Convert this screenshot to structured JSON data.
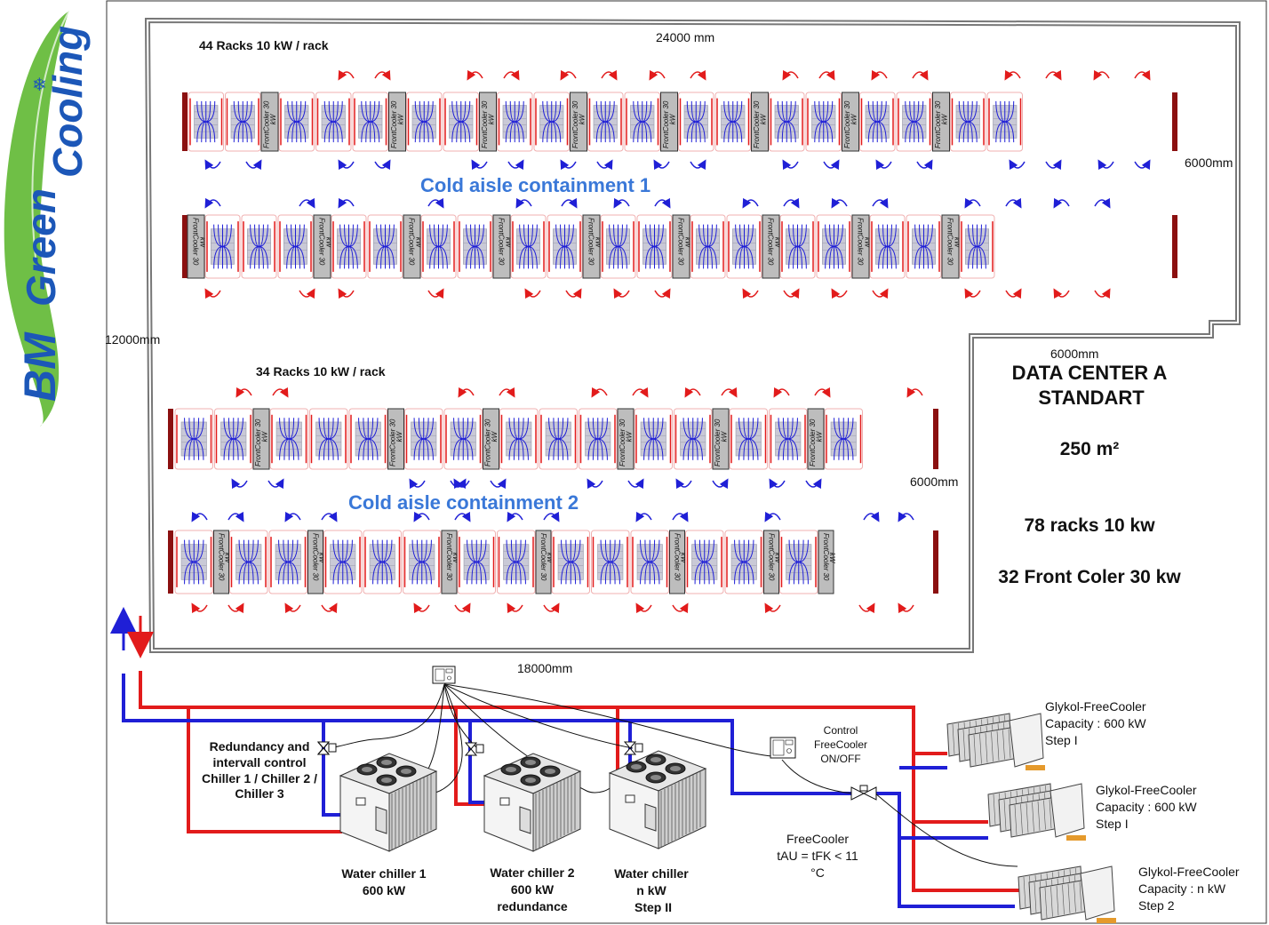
{
  "logo": {
    "brand": "BM",
    "line1": "Green",
    "line2": "Cooling"
  },
  "dimensions": {
    "width_top": "24000 mm",
    "depth_right": "6000mm",
    "height_left": "12000mm",
    "step_width": "6000mm",
    "depth_lower": "6000mm",
    "width_bottom": "18000mm"
  },
  "rows": {
    "upper_label": "44 Racks 10 kW / rack",
    "lower_label": "34 Racks 10 kW / rack",
    "aisle1": "Cold aisle containment 1",
    "aisle2": "Cold aisle containment 2",
    "cooler_line1": "FrontCooler 30",
    "cooler_line2": "kW"
  },
  "summary": {
    "title1": "DATA CENTER A",
    "title2": "STANDART",
    "area": "250 m²",
    "racks": "78 racks 10 kw",
    "coolers": "32 Front Coler 30 kw"
  },
  "plant": {
    "redundancy": [
      "Redundancy and",
      "intervall control",
      "Chiller 1 / Chiller 2 /",
      "Chiller 3"
    ],
    "chiller1": [
      "Water chiller 1",
      "600 kW"
    ],
    "chiller2": [
      "Water chiller 2",
      "600 kW",
      "redundance"
    ],
    "chillern": [
      "Water chiller",
      "n kW",
      "Step II"
    ],
    "control": [
      "Control",
      "FreeCooler",
      "ON/OFF"
    ],
    "freecooler_title": "FreeCooler",
    "freecooler_cond": "tAU = tFK < 11",
    "freecooler_unit": "°C",
    "glykol1": [
      "Glykol-FreeCooler",
      "Capacity : 600 kW",
      "Step I"
    ],
    "glykol2": [
      "Glykol-FreeCooler",
      "Capacity : 600 kW",
      "Step I"
    ],
    "glykol3": [
      "Glykol-FreeCooler",
      "Capacity : n kW",
      "Step 2"
    ]
  },
  "colors": {
    "supply": "#1f1fd6",
    "return": "#e21b1b",
    "aisle_text": "#3a78d8",
    "logo_blue": "#1c57b8",
    "logo_green": "#5fb832",
    "end_wall": "#8b1010"
  }
}
